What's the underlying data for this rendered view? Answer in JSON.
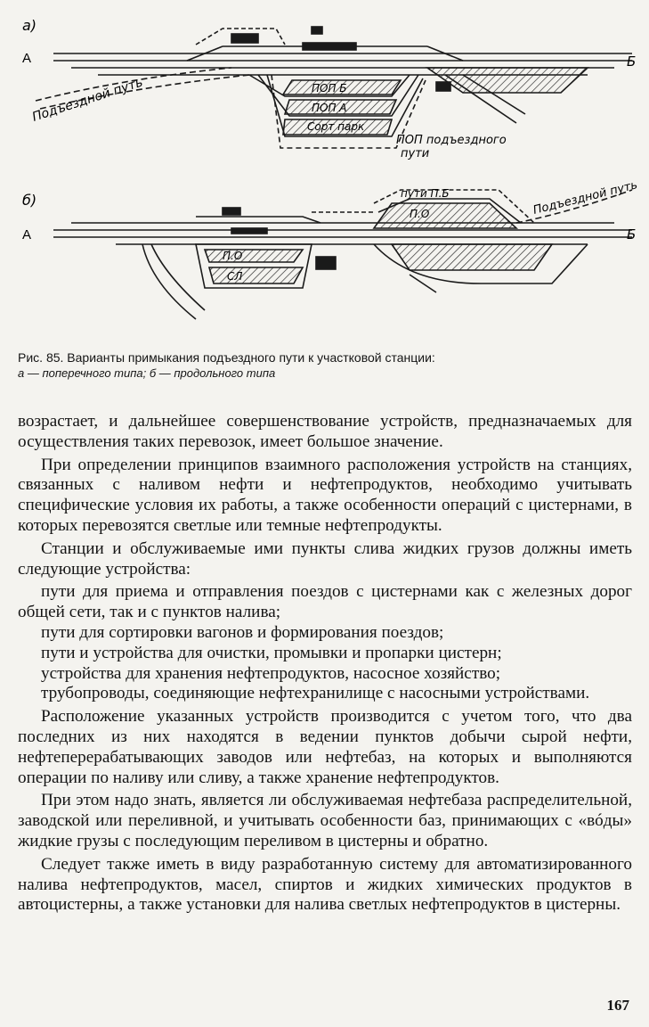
{
  "figure": {
    "label_a": "а)",
    "label_b": "б)",
    "station_a": "А",
    "station_b": "Б",
    "a_spur": "Подъездной путь",
    "a_pop_b": "ПОП Б",
    "a_pop_a": "ПОП А",
    "a_sort": "Сорт парк",
    "a_pop_spur_1": "ПОП подъездного",
    "a_pop_spur_2": "пути",
    "b_tracks": "пути П.Б",
    "b_po_top": "П.О",
    "b_spur": "Подъездной путь",
    "b_po": "П.О",
    "b_sl": "СЛ"
  },
  "caption": {
    "main": "Рис. 85. Варианты примыкания подъездного пути к участковой станции:",
    "sub": "а — поперечного типа; б — продольного типа"
  },
  "paragraphs": [
    "возрастает, и дальнейшее совершенствование устройств, предназначаемых для осуществления таких перевозок, имеет большое значение.",
    "При определении принципов взаимного расположения устройств на станциях, связанных с наливом нефти и нефтепродуктов, необходимо учитывать специфические условия их работы, а также особенности операций с цистернами, в которых перевозятся светлые или темные нефтепродукты.",
    "Станции и обслуживаемые ими пункты слива жидких грузов должны иметь следующие устройства:",
    "пути для приема и отправления поездов с цистернами как с железных дорог общей сети, так и с пунктов налива;",
    "пути для сортировки вагонов и формирования поездов;",
    "пути и устройства для очистки, промывки и пропарки цистерн;",
    "устройства для хранения нефтепродуктов, насосное хозяйство;",
    "трубопроводы, соединяющие нефтехранилище с насосными устройствами.",
    "Расположение указанных устройств производится с учетом того, что два последних из них находятся в ведении пунктов добычи сырой нефти, нефтеперерабатывающих заводов или нефтебаз, на которых и выполняются операции по наливу или сливу, а также хранение нефтепродуктов.",
    "При этом надо знать, является ли обслуживаемая нефтебаза распределительной, заводской или переливной, и учитывать особенности баз, принимающих с «вóды» жидкие грузы с последующим переливом в цистерны и обратно.",
    "Следует также иметь в виду разработанную систему для автоматизированного налива нефтепродуктов, масел, спиртов и жидких химических продуктов в автоцистерны, а также установки для налива светлых нефтепродуктов в цистерны."
  ],
  "page_number": "167"
}
